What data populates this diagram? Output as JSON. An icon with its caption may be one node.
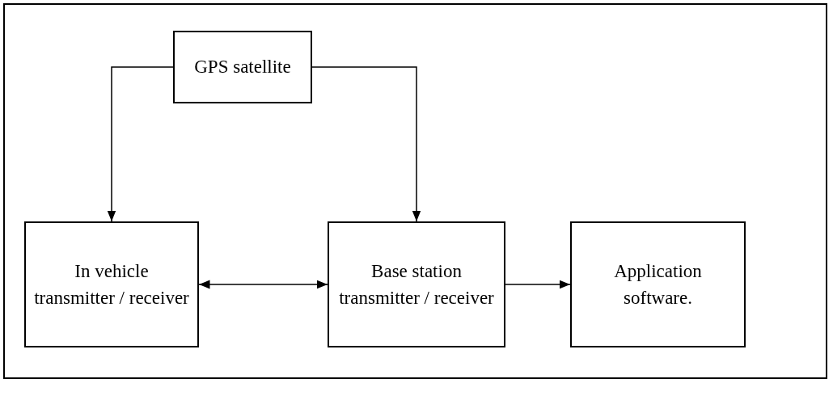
{
  "diagram": {
    "nodes": [
      {
        "text": [
          "GPS satellite"
        ]
      },
      {
        "text": [
          "In vehicle transmitter / receiver"
        ]
      },
      {
        "text": [
          "Base station transmitter / receiver"
        ]
      },
      {
        "text": [
          "Application software."
        ]
      }
    ],
    "edges": [
      {
        "from": 0,
        "to": 1,
        "arrow": "to"
      },
      {
        "from": 0,
        "to": 2,
        "arrow": "to"
      },
      {
        "from": 1,
        "to": 2,
        "arrow": "both"
      },
      {
        "from": 2,
        "to": 3,
        "arrow": "to"
      }
    ]
  }
}
